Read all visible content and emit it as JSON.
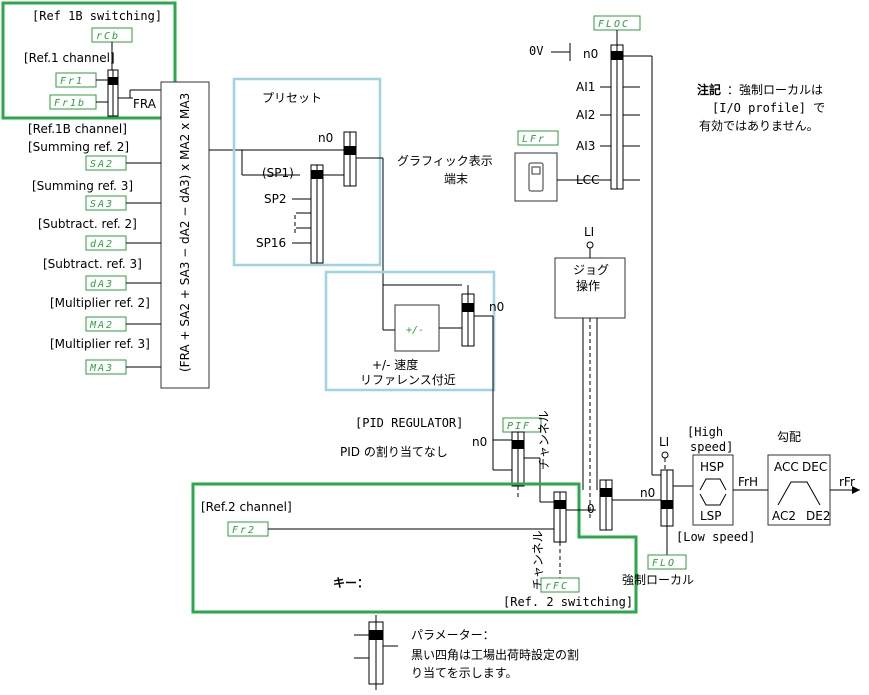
{
  "title_ref1b_switching": "[Ref 1B switching]",
  "rcb": "rCb",
  "ref1_channel": "[Ref.1 channel]",
  "fr1": "Fr1",
  "fr1b": "Fr1b",
  "fra": "FRA",
  "ref1b_channel": "[Ref.1B channel]",
  "summing2": "[Summing ref. 2]",
  "sa2": "SA2",
  "summing3": "[Summing ref. 3]",
  "sa3": "SA3",
  "subtract2": "[Subtract. ref. 2]",
  "da2": "dA2",
  "subtract3": "[Subtract. ref. 3]",
  "da3": "dA3",
  "multiplier2": "[Multiplier ref. 2]",
  "ma2": "MA2",
  "multiplier3": "[Multiplier ref. 3]",
  "ma3": "MA3",
  "formula": "(FRA + SA2 + SA3 − dA2 − dA3) x MA2 x MA3",
  "preset_title": "プリセット",
  "n0": "n0",
  "sp1": "(SP1)",
  "sp2": "SP2",
  "sp16": "SP16",
  "graphic_terminal": "グラフィック表示",
  "terminal": "端末",
  "plusminus": "+/-",
  "plusminus_speed": "+/- 速度",
  "reference_near": "リファレンス付近",
  "pid_regulator": "[PID REGULATOR]",
  "pif": "PIF",
  "pid_not_assigned": "PID の割り当てなし",
  "channel": "チャンネル",
  "ref2_channel": "[Ref.2 channel]",
  "fr2": "Fr2",
  "key": "キー：",
  "rfc": "rFC",
  "ref2_switching": "[Ref. 2 switching]",
  "flo_c": "FLOC",
  "ov": "0V",
  "ai1": "AI1",
  "ai2": "AI2",
  "ai3": "AI3",
  "lcc": "LCC",
  "lfr": "LFr",
  "li": "LI",
  "jog": "ジョグ",
  "jog2": "操作",
  "note_bold": "注記",
  "note1": "：強制ローカルは",
  "note2": "[I/O profile] で",
  "note3": "有効ではありません。",
  "high_speed": "[High",
  "high_speed2": "speed]",
  "hsp": "HSP",
  "lsp": "LSP",
  "low_speed": "[Low speed]",
  "frh": "FrH",
  "slope": "勾配",
  "acc": "ACC",
  "dec": "DEC",
  "ac2": "AC2",
  "de2": "DE2",
  "rfr": "rFr",
  "flo": "FLO",
  "forced_local": "強制ローカル",
  "parameter": "パラメーター：",
  "param_desc1": "黒い四角は工場出荷時設定の割",
  "param_desc2": "り当てを示します。",
  "zero": "0"
}
